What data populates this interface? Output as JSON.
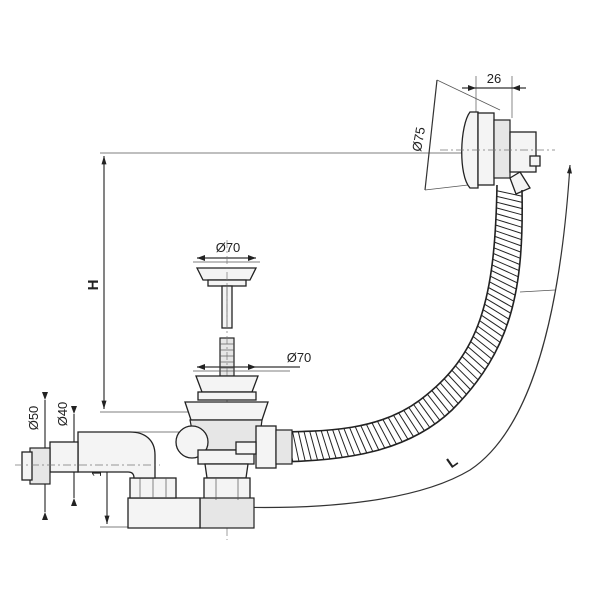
{
  "labels": {
    "height": "H",
    "length": "L",
    "overflow_width": "26",
    "overflow_diameter": "Ø75",
    "plug_diameter": "Ø70",
    "drain_diameter": "Ø70",
    "outlet_outer_diameter": "Ø50",
    "outlet_inner_diameter": "Ø40",
    "outlet_height": "120"
  }
}
